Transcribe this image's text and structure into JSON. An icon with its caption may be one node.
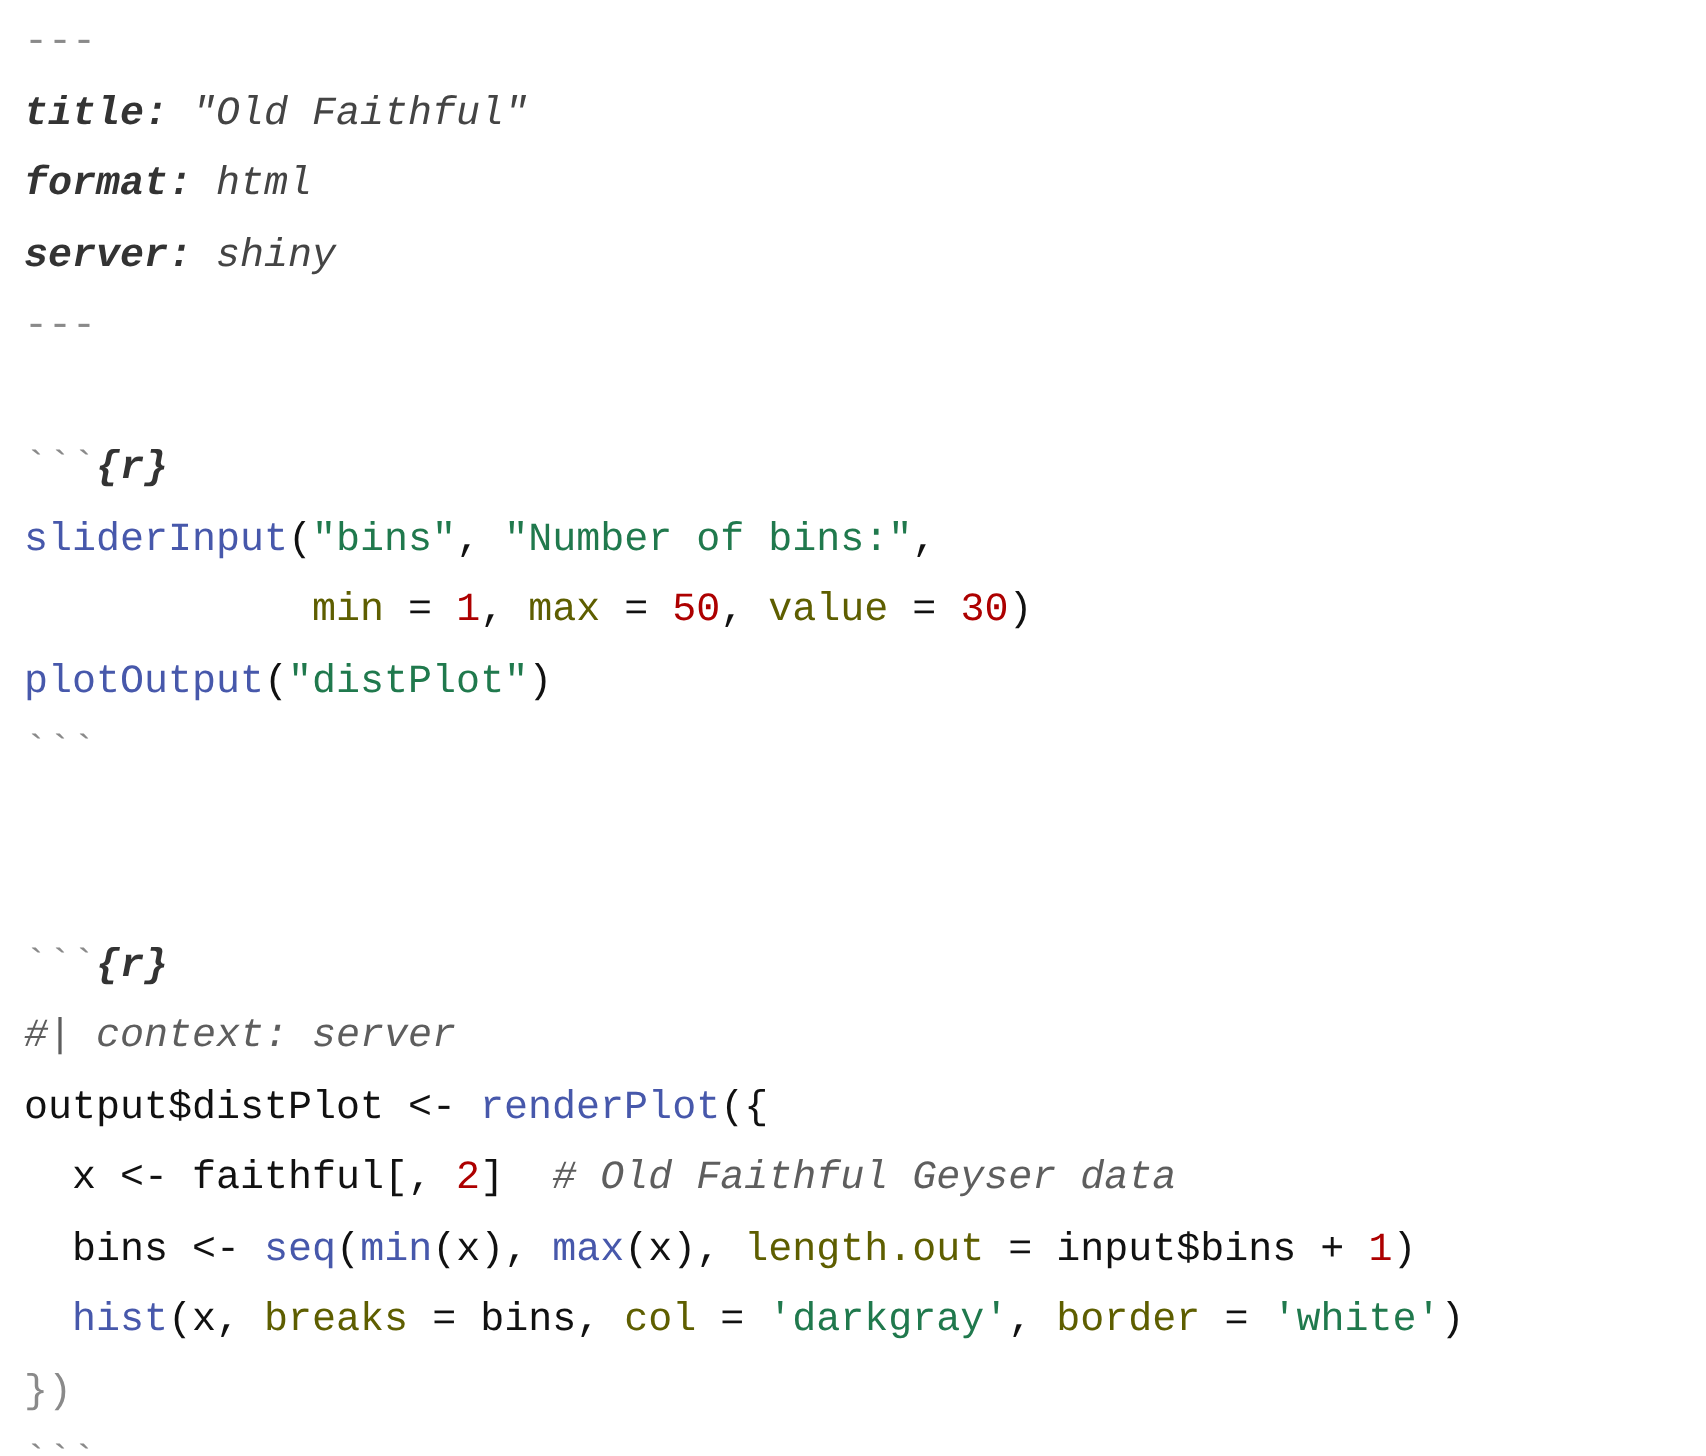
{
  "diagram": {
    "labels": [
      "---",
      "title: \"Old Faithful\"",
      "format: html",
      "server: shiny",
      "---",
      "```{r}",
      "sliderInput(\"bins\", \"Number of bins:\",",
      "            min = 1, max = 50, value = 30)",
      "plotOutput(\"distPlot\")",
      "```",
      "```{r}",
      "#| context: server",
      "output$distPlot <- renderPlot({",
      "  x <- faithful[, 2]  # Old Faithful Geyser data",
      "  bins <- seq(min(x), max(x), length.out = input$bins + 1)",
      "  hist(x, breaks = bins, col = 'darkgray', border = 'white')",
      "})",
      "```"
    ]
  }
}
